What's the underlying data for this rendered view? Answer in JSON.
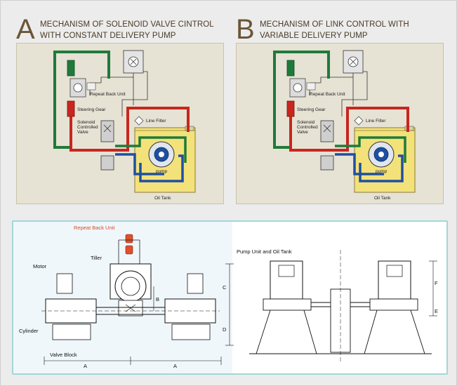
{
  "section_a": {
    "letter": "A",
    "title_line1": "MECHANISM OF SOLENOID VALVE CINTROL",
    "title_line2": "WITH CONSTANT DELIVERY PUMP"
  },
  "section_b": {
    "letter": "B",
    "title_line1": "MECHANISM OF LINK CONTROL WITH",
    "title_line2": "VARIABLE DELIVERY PUMP"
  },
  "panel_labels": {
    "repeat_back_unit": "Repeat Back Unit",
    "steering_gear": "Steering Gear",
    "solenoid": "Solenoid",
    "controlled": "Controlled",
    "valve": "Valve",
    "line_filter": "Line Filter",
    "pump": "pump",
    "oil_tank": "Oil Tank"
  },
  "bottom_labels": {
    "repeat_back_unit": "Repeat Back Unit",
    "tiller": "Tiller",
    "motor": "Motor",
    "cylinder": "Cylinder",
    "valve_block": "Valve Block",
    "pump_unit_and_oil_tank": "Pump Unit and Oil Tank",
    "dim_a_left": "A",
    "dim_a_right": "A",
    "dim_b": "B",
    "dim_c": "C",
    "dim_d": "D",
    "dim_e": "E",
    "dim_f": "F"
  },
  "colors": {
    "title": "#4a3a26",
    "panel_bg": "#e6e2d4",
    "oil_tank": "#f3e27a",
    "pipe_green": "#1f7a3a",
    "pipe_red": "#c8261f",
    "pipe_blue": "#1f4fa0",
    "border_teal": "#9fd8d6",
    "repeat_back_red": "#e0502a"
  }
}
